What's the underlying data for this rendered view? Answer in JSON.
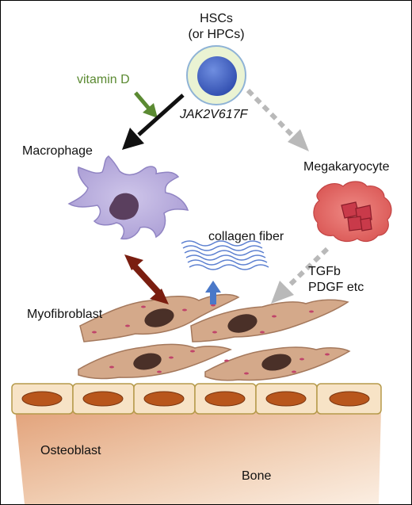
{
  "labels": {
    "hsc_line1": "HSCs",
    "hsc_line2": "(or HPCs)",
    "vitamin_d": "vitamin D",
    "jak2": "JAK2V617F",
    "macrophage": "Macrophage",
    "megakaryocyte": "Megakaryocyte",
    "collagen": "collagen fiber",
    "tgfb": "TGFb",
    "pdgf": "PDGF etc",
    "myofibroblast": "Myofibroblast",
    "osteoblast": "Osteoblast",
    "bone": "Bone"
  },
  "colors": {
    "vitamin_d": "#5b8a32",
    "black_arrow": "#111111",
    "gray_dotted": "#b9b9b9",
    "brown_arrow": "#7a1e10",
    "blue_arrow": "#4a78c8",
    "hsc_nucleus": "#3a5bc0",
    "hsc_halo": "#e8f2cf",
    "macrophage": "#b8aedb",
    "megakaryocyte": "#e06a6a",
    "myofibroblast": "#d2a98a",
    "osteoblast_cell": "#f5dfbf",
    "bone": "#e6b594"
  },
  "icons": [
    "hsc-cell-icon",
    "macrophage-cell-icon",
    "megakaryocyte-cell-icon",
    "collagen-fiber-icon",
    "myofibroblast-cell-icon",
    "osteoblast-cell-icon"
  ]
}
